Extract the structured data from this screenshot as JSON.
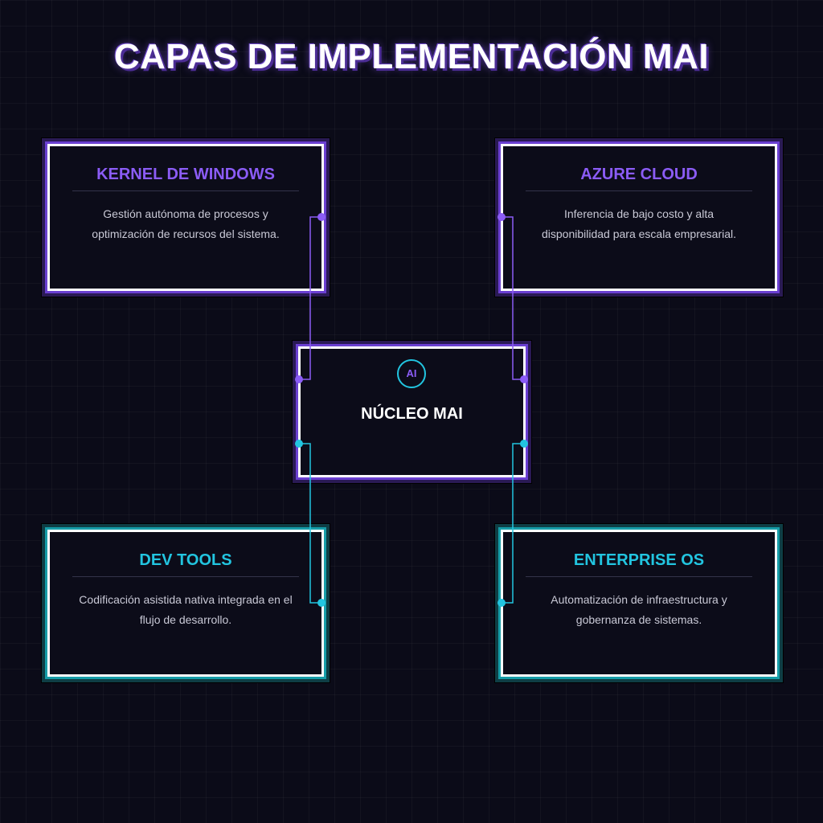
{
  "title": "CAPAS DE IMPLEMENTACIÓN MAI",
  "core": {
    "icon_text": "AI",
    "icon_name": "ai-chip-icon",
    "label": "NÚCLEO MAI"
  },
  "layers": {
    "kernel": {
      "title": "KERNEL DE WINDOWS",
      "desc_line1": "Gestión autónoma de procesos y",
      "desc_line2": "optimización de recursos del sistema."
    },
    "azure": {
      "title": "AZURE CLOUD",
      "desc_line1": "Inferencia de bajo costo y alta",
      "desc_line2": "disponibilidad para escala empresarial."
    },
    "devtools": {
      "title": "DEV TOOLS",
      "desc_line1": "Codificación asistida nativa integrada en el",
      "desc_line2": "flujo de desarrollo."
    },
    "enterprise": {
      "title": "ENTERPRISE OS",
      "desc_line1": "Automatización de infraestructura y",
      "desc_line2": "gobernanza de sistemas."
    }
  },
  "colors": {
    "background": "#0b0b18",
    "purple_accent": "#8b5cf6",
    "cyan_accent": "#22c5e0",
    "box_border": "#ffffff"
  }
}
